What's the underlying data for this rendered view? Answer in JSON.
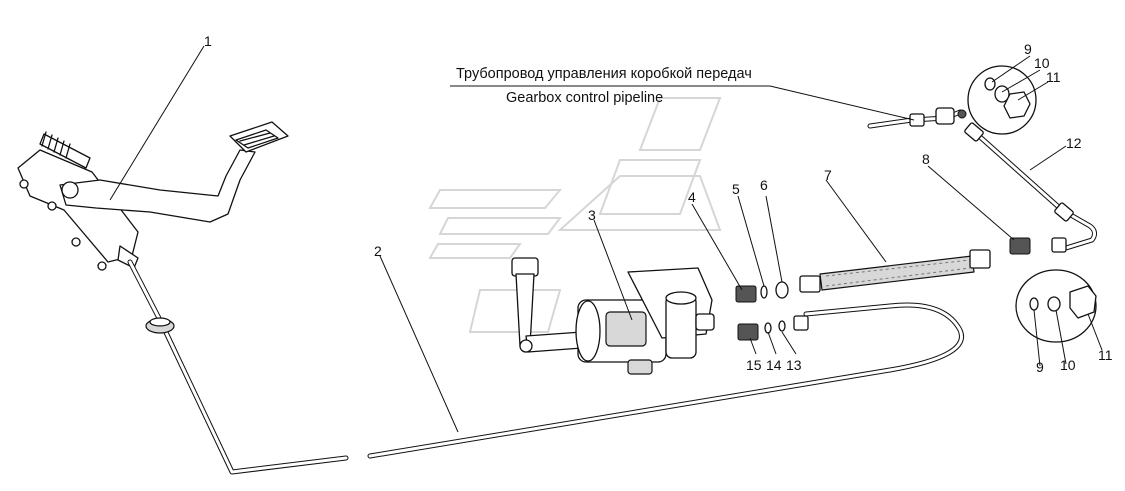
{
  "pipeline_caption": {
    "russian": "Трубопровод управления коробкой передач",
    "english": "Gearbox control pipeline"
  },
  "part_labels": {
    "p1": "1",
    "p2": "2",
    "p3": "3",
    "p4": "4",
    "p5": "5",
    "p6": "6",
    "p7": "7",
    "p8": "8",
    "p9_top": "9",
    "p10_top": "10",
    "p11_top": "11",
    "p12": "12",
    "p9_bottom": "9",
    "p10_bottom": "10",
    "p11_bottom": "11",
    "p13": "13",
    "p14": "14",
    "p15": "15"
  }
}
